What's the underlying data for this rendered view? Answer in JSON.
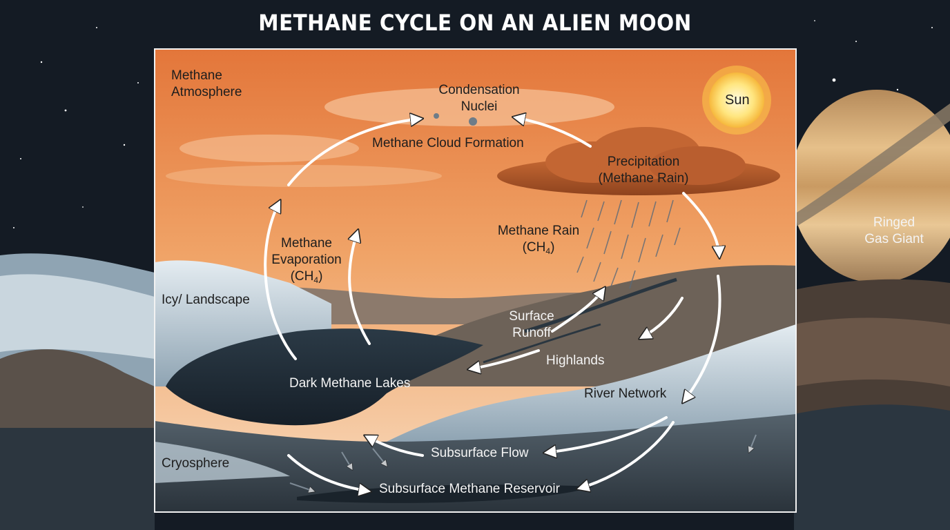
{
  "title": "METHANE CYCLE ON AN ALIEN MOON",
  "labels": {
    "methane_atmosphere": {
      "line1": "Methane",
      "line2": "Atmosphere"
    },
    "condensation_nuclei": {
      "line1": "Condensation",
      "line2": "Nuclei"
    },
    "cloud_formation": "Methane Cloud Formation",
    "sun": "Sun",
    "precipitation": {
      "line1": "Precipitation",
      "line2": "(Methane Rain)"
    },
    "methane_rain": {
      "line1": "Methane Rain",
      "formula_prefix": "(CH",
      "formula_sub": "4",
      "formula_suffix": ")"
    },
    "evaporation": {
      "line1": "Methane",
      "line2": "Evaporation",
      "formula_prefix": "(CH",
      "formula_sub": "4",
      "formula_suffix": ")"
    },
    "ringed_gas_giant": {
      "line1": "Ringed",
      "line2": "Gas Giant"
    },
    "icy_landscape": "Icy/ Landscape",
    "surface_runoff": {
      "line1": "Surface",
      "line2": "Runoff"
    },
    "highlands": "Highlands",
    "dark_methane_lakes": "Dark Methane Lakes",
    "river_network": "River Network",
    "subsurface_flow": "Subsurface Flow",
    "cryosphere": "Cryosphere",
    "subsurface_reservoir": "Subsurface Methane Reservoir"
  },
  "colors": {
    "sky_top": "#e57a3a",
    "sky_bottom": "#f6d6b4",
    "cloud": "#b6592a",
    "ice": "#c9d6de",
    "rock": "#6d6258",
    "lake": "#1f2c38",
    "space": "#141b24",
    "sun": "#fff3b0",
    "arrow": "#ffffff"
  }
}
